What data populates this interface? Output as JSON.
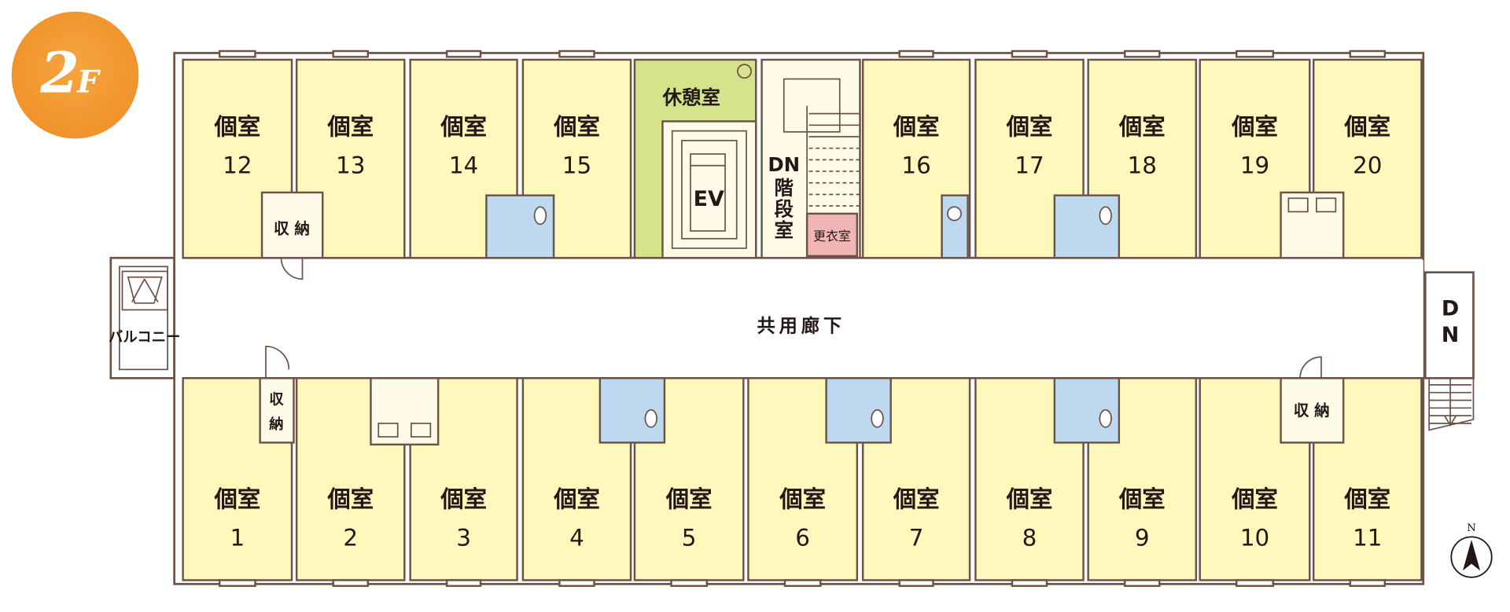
{
  "floor_badge": {
    "number": "2",
    "suffix": "F",
    "color": "#f39a2e"
  },
  "room_word": "個室",
  "rooms": {
    "top": [
      "12",
      "13",
      "14",
      "15",
      "16",
      "17",
      "18",
      "19",
      "20"
    ],
    "bottom": [
      "1",
      "2",
      "3",
      "4",
      "5",
      "6",
      "7",
      "8",
      "9",
      "10",
      "11"
    ]
  },
  "labels": {
    "lounge": "休憩室",
    "elevator": "EV",
    "stair_dn": "DN",
    "stair_room": [
      "階",
      "段",
      "室"
    ],
    "changing_room": "更衣室",
    "storage_top": "収 納",
    "storage_left": [
      "収",
      "納"
    ],
    "storage_right": "収 納",
    "corridor": "共用廊下",
    "balcony": "バルコニー",
    "outer_stair_dn": [
      "D",
      "N"
    ],
    "compass_n": "N"
  },
  "colors": {
    "room": "#fff8bd",
    "lounge": "#d5e48a",
    "toilet": "#bcd9ef",
    "changing_room": "#f2b5b5",
    "wall": "#6b5348"
  }
}
